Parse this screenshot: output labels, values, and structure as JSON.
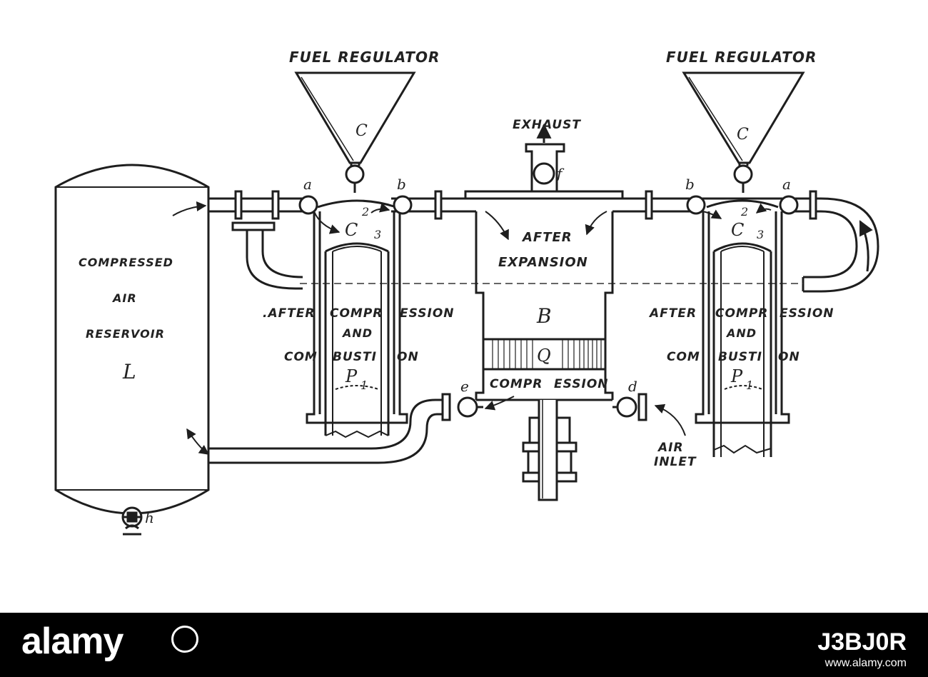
{
  "labels": {
    "fuel_regulator_left": "FUEL REGULATOR",
    "fuel_regulator_right": "FUEL REGULATOR",
    "exhaust": "EXHAUST",
    "after_expansion_1": "AFTER",
    "after_expansion_2": "EXPANSION",
    "reservoir_1": "COMPRESSED",
    "reservoir_2": "AIR",
    "reservoir_3": "RESERVOIR",
    "reservoir_letter": "L",
    "left_after": ".AFTER",
    "left_compr": "COMPR",
    "left_ession": "ESSION",
    "left_and": "AND",
    "left_com": "COM",
    "left_busti": "BUSTI",
    "left_on": "ON",
    "right_after": "AFTER",
    "right_compr": "COMPR",
    "right_ession": "ESSION",
    "right_and": "AND",
    "right_com": "COM",
    "right_busti": "BUSTI",
    "right_on": "ON",
    "compression_1": "COMPR",
    "compression_2": "ESSION",
    "air_inlet_1": "AIR",
    "air_inlet_2": "INLET",
    "letter_B": "B",
    "letter_Q": "Q",
    "letter_C_top_left": "C",
    "letter_C_top_right": "C",
    "letter_C_chamber_left": "C",
    "letter_C_chamber_right": "C",
    "letter_P_left": "P",
    "letter_P_right": "P",
    "sub_P_left": "1",
    "sub_P_right": "1",
    "letter_a_left": "a",
    "letter_a_right": "a",
    "letter_b_left": "b",
    "letter_b_right": "b",
    "letter_f": "f",
    "letter_e": "e",
    "letter_d": "d",
    "letter_h": "h",
    "num_2_left": "2",
    "num_3_left": "3",
    "num_2_right": "2",
    "num_3_right": "3"
  },
  "footer": {
    "brand": "alamy",
    "image_code": "J3BJ0R",
    "url": "www.alamy.com"
  }
}
